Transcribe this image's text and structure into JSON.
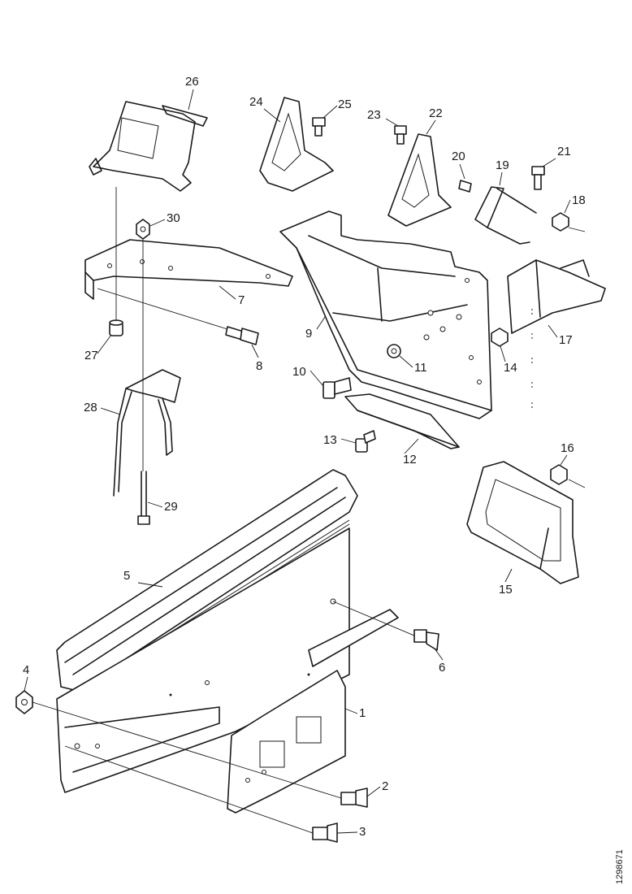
{
  "diagram": {
    "reference_number": "1298671",
    "callouts": [
      "1",
      "2",
      "3",
      "4",
      "5",
      "6",
      "7",
      "8",
      "9",
      "10",
      "11",
      "12",
      "13",
      "14",
      "15",
      "16",
      "17",
      "18",
      "19",
      "20",
      "21",
      "22",
      "23",
      "24",
      "25",
      "26",
      "27",
      "28",
      "29",
      "30"
    ]
  }
}
